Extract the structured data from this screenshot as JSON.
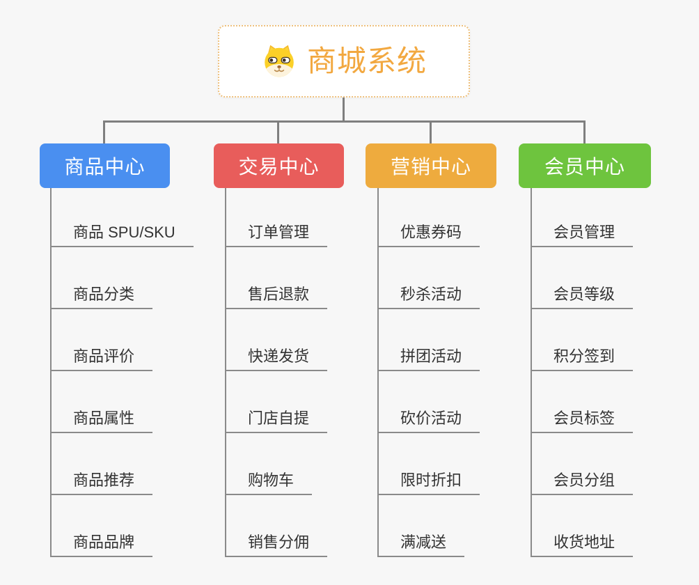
{
  "root": {
    "title": "商城系统",
    "icon": "dog-face-icon"
  },
  "branches": [
    {
      "label": "商品中心",
      "color": "#4a8ff0",
      "items": [
        "商品 SPU/SKU",
        "商品分类",
        "商品评价",
        "商品属性",
        "商品推荐",
        "商品品牌"
      ]
    },
    {
      "label": "交易中心",
      "color": "#e85d5b",
      "items": [
        "订单管理",
        "售后退款",
        "快递发货",
        "门店自提",
        "购物车",
        "销售分佣"
      ]
    },
    {
      "label": "营销中心",
      "color": "#eeab3e",
      "items": [
        "优惠券码",
        "秒杀活动",
        "拼团活动",
        "砍价活动",
        "限时折扣",
        "满减送"
      ]
    },
    {
      "label": "会员中心",
      "color": "#6ec43e",
      "items": [
        "会员管理",
        "会员等级",
        "积分签到",
        "会员标签",
        "会员分组",
        "收货地址"
      ]
    }
  ],
  "colors": {
    "background": "#f7f7f7",
    "connector": "#7f7f7f",
    "underline": "#8a8a8a",
    "root_text": "#f2a840",
    "root_border": "#eec07d",
    "leaf_text": "#333333"
  }
}
